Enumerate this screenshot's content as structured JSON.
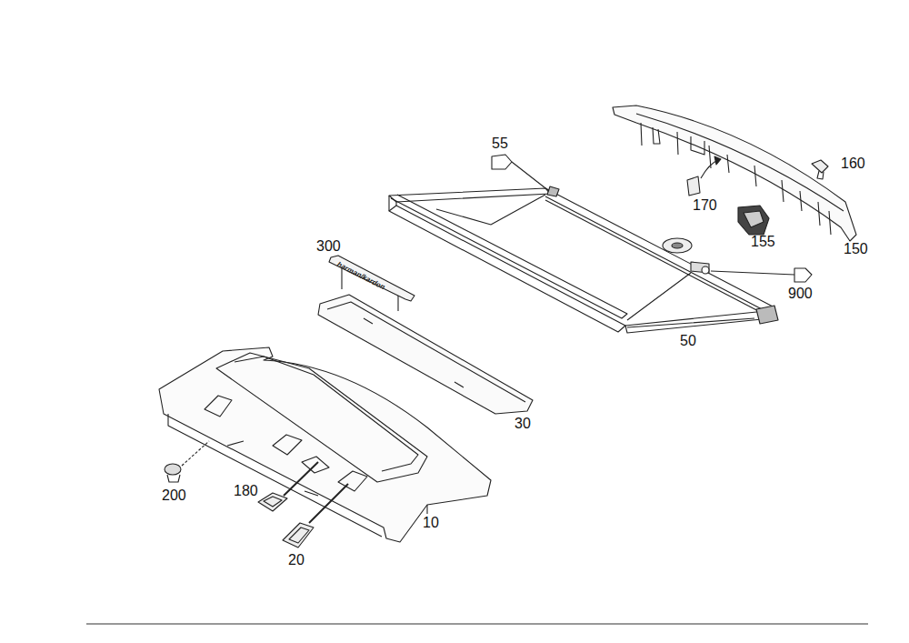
{
  "diagram": {
    "labels": [
      "55",
      "160",
      "170",
      "155",
      "150",
      "300",
      "harman/kardon",
      "900",
      "50",
      "30",
      "200",
      "180",
      "10",
      "20"
    ]
  }
}
